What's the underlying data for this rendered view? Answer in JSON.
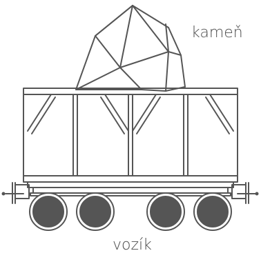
{
  "labels": {
    "stone": "kameň",
    "wagon": "vozík"
  },
  "colors": {
    "stroke": "#555555",
    "wheel_fill": "#555555",
    "background": "#ffffff"
  },
  "icons": {
    "stone": "stone-rock-illustration",
    "wagon": "railway-wagon-illustration"
  }
}
